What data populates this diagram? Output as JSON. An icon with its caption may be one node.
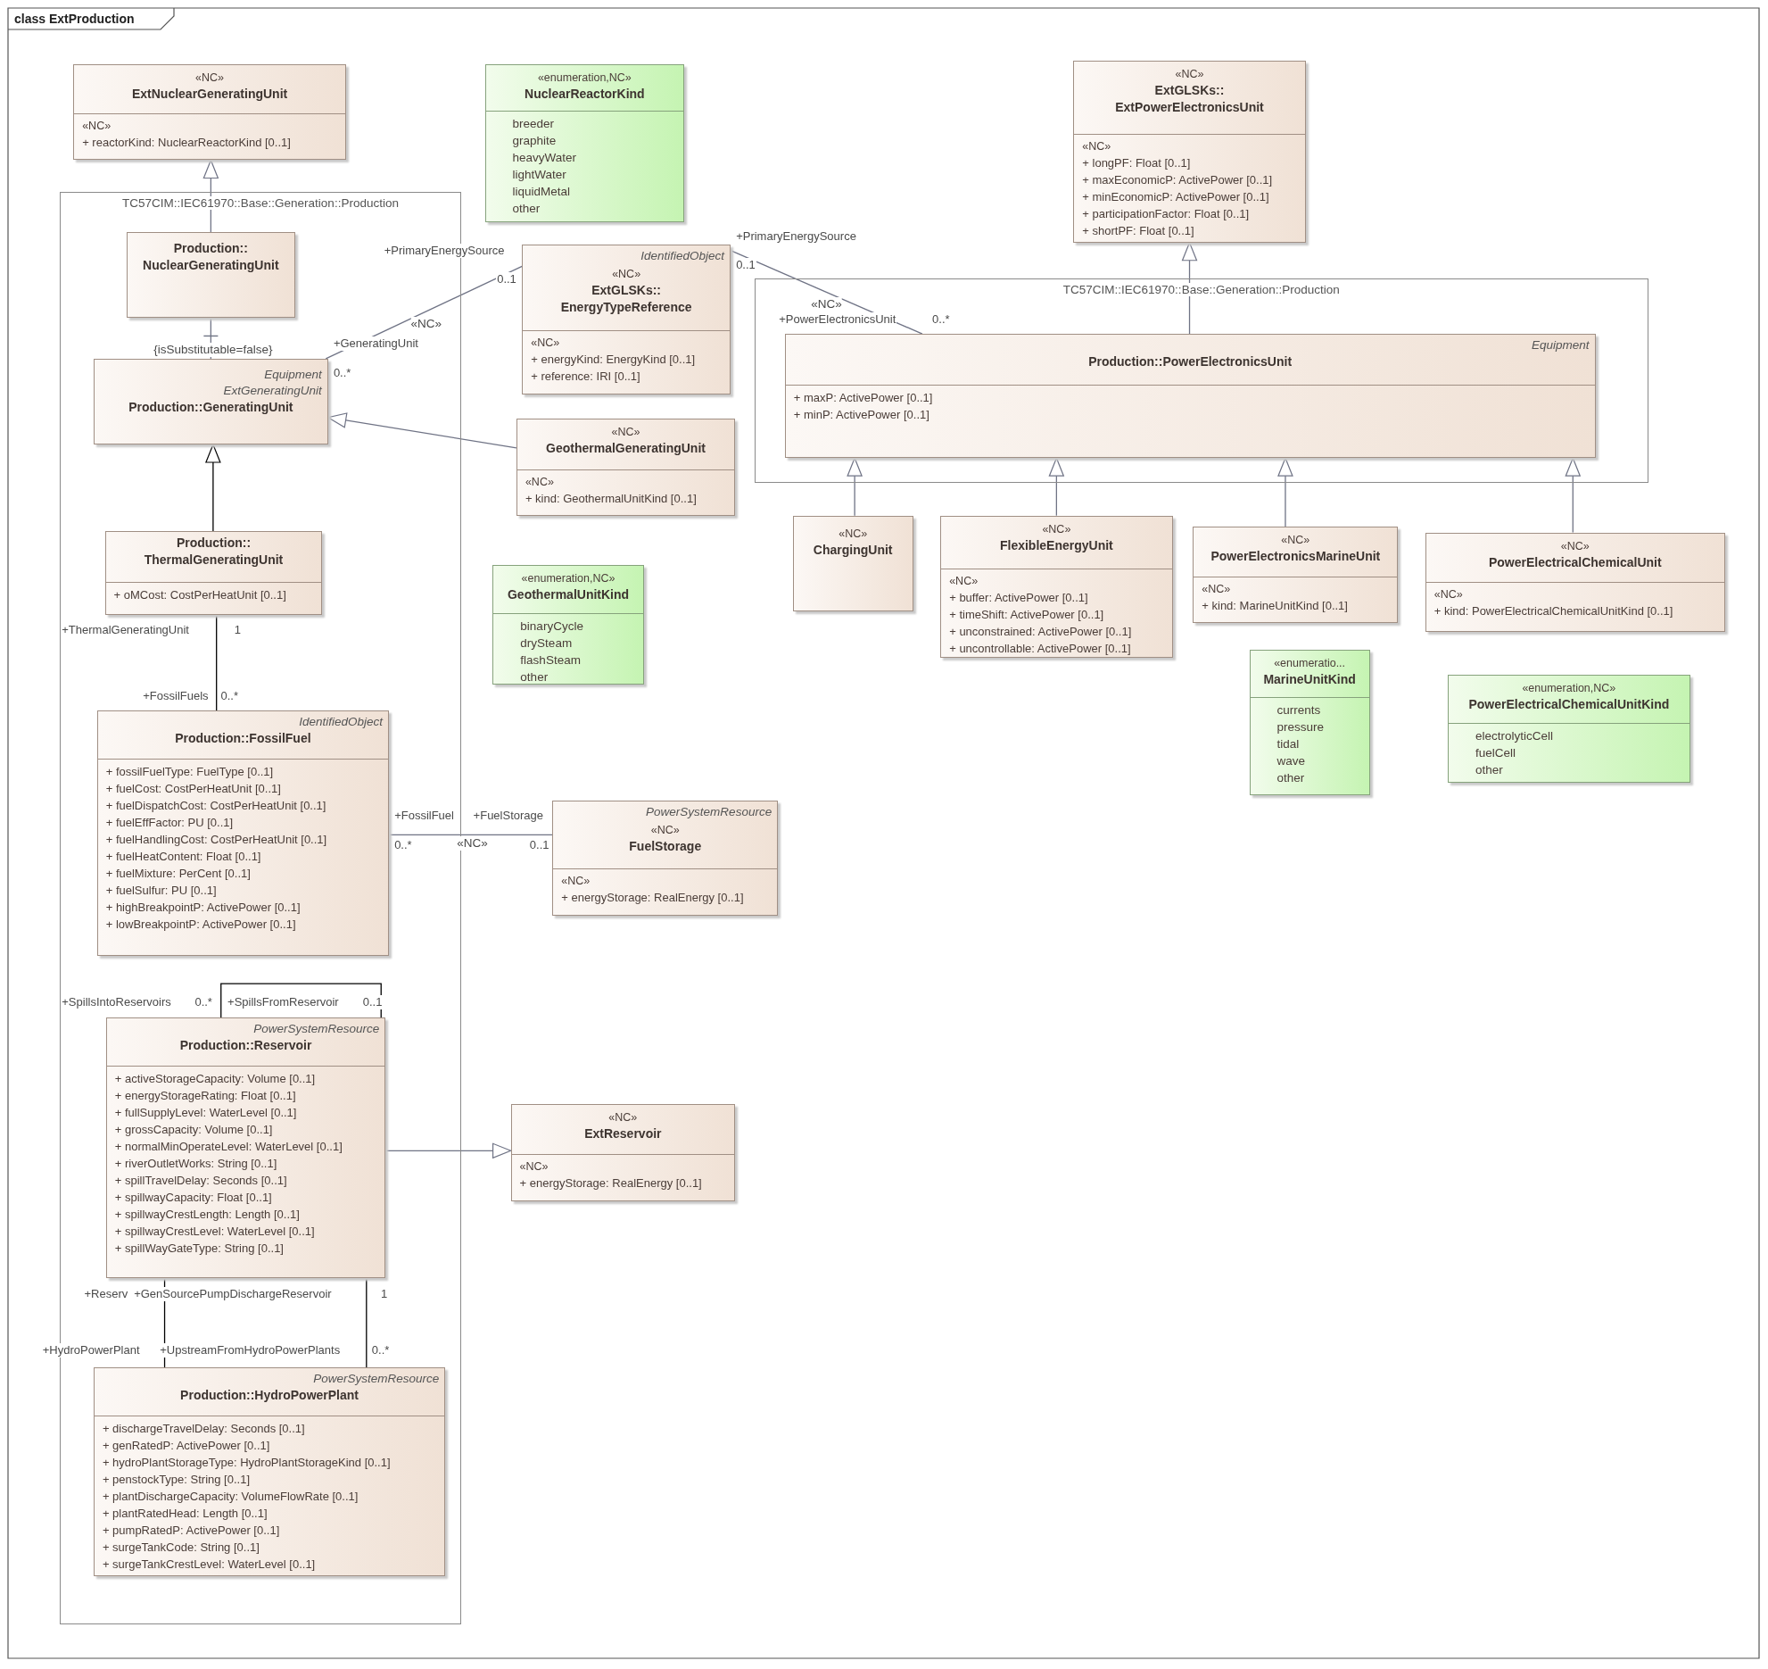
{
  "diagram": {
    "title": "class ExtProduction",
    "nodes": [
      {
        "text": [
          "TC57CIM::IEC61970::Base::Generation::Production"
        ]
      },
      {
        "text": [
          "«NC»",
          "ExtNuclearGeneratingUnit",
          "«NC»",
          "+ reactorKind: NuclearReactorKind [0..1]"
        ]
      },
      {
        "text": [
          "«enumeration,NC»",
          "NuclearReactorKind",
          "breeder",
          "graphite",
          "heavyWater",
          "lightWater",
          "liquidMetal",
          "other"
        ]
      },
      {
        "text": [
          "«NC»",
          "ExtGLSKs:: ExtPowerElectronicsUnit",
          "«NC»",
          "+ longPF: Float [0..1]",
          "+ maxEconomicP: ActivePower [0..1]",
          "+ minEconomicP: ActivePower [0..1]",
          "+ participationFactor: Float [0..1]",
          "+ shortPF: Float [0..1]"
        ]
      },
      {
        "text": [
          "Production:: NuclearGeneratingUnit"
        ],
        "in": 0
      },
      {
        "text": [
          "IdentifiedObject",
          "«NC»",
          "ExtGLSKs:: EnergyTypeReference",
          "«NC»",
          "+ energyKind: EnergyKind [0..1]",
          "+ reference: IRI [0..1]"
        ]
      },
      {
        "text": [
          "TC57CIM::IEC61970::Base::Generation::Production"
        ]
      },
      {
        "text": [
          "Equipment",
          "ExtGeneratingUnit",
          "Production::GeneratingUnit"
        ],
        "in": 0
      },
      {
        "text": [
          "Equipment",
          "Production::PowerElectronicsUnit",
          "+ maxP: ActivePower [0..1]",
          "+ minP: ActivePower [0..1]"
        ],
        "in": 6
      },
      {
        "text": [
          "«NC»",
          "GeothermalGeneratingUnit",
          "«NC»",
          "+ kind: GeothermalUnitKind [0..1]"
        ]
      },
      {
        "text": [
          "«NC»",
          "ChargingUnit"
        ]
      },
      {
        "text": [
          "«NC»",
          "FlexibleEnergyUnit",
          "«NC»",
          "+ buffer: ActivePower [0..1]",
          "+ timeShift: ActivePower [0..1]",
          "+ unconstrained: ActivePower [0..1]",
          "+ uncontrollable: ActivePower [0..1]"
        ]
      },
      {
        "text": [
          "«NC»",
          "PowerElectronicsMarineUnit",
          "«NC»",
          "+ kind: MarineUnitKind [0..1]"
        ]
      },
      {
        "text": [
          "«NC»",
          "PowerElectricalChemicalUnit",
          "«NC»",
          "+ kind: PowerElectricalChemicalUnitKind [0..1]"
        ]
      },
      {
        "text": [
          "Production:: ThermalGeneratingUnit",
          "+ oMCost: CostPerHeatUnit [0..1]"
        ],
        "in": 0
      },
      {
        "text": [
          "«enumeration,NC»",
          "GeothermalUnitKind",
          "binaryCycle",
          "drySteam",
          "flashSteam",
          "other"
        ]
      },
      {
        "text": [
          "«enumeratio...",
          "MarineUnitKind",
          "currents",
          "pressure",
          "tidal",
          "wave",
          "other"
        ]
      },
      {
        "text": [
          "«enumeration,NC»",
          "PowerElectricalChemicalUnitKind",
          "electrolyticCell",
          "fuelCell",
          "other"
        ]
      },
      {
        "text": [
          "IdentifiedObject",
          "Production::FossilFuel",
          "+ fossilFuelType: FuelType [0..1]",
          "+ fuelCost: CostPerHeatUnit [0..1]",
          "+ fuelDispatchCost: CostPerHeatUnit [0..1]",
          "+ fuelEffFactor: PU [0..1]",
          "+ fuelHandlingCost: CostPerHeatUnit [0..1]",
          "+ fuelHeatContent: Float [0..1]",
          "+ fuelMixture: PerCent [0..1]",
          "+ fuelSulfur: PU [0..1]",
          "+ highBreakpointP: ActivePower [0..1]",
          "+ lowBreakpointP: ActivePower [0..1]"
        ],
        "in": 0
      },
      {
        "text": [
          "PowerSystemResource",
          "«NC»",
          "FuelStorage",
          "«NC»",
          "+ energyStorage: RealEnergy [0..1]"
        ]
      },
      {
        "text": [
          "PowerSystemResource",
          "Production::Reservoir",
          "+ activeStorageCapacity: Volume [0..1]",
          "+ energyStorageRating: Float [0..1]",
          "+ fullSupplyLevel: WaterLevel [0..1]",
          "+ grossCapacity: Volume [0..1]",
          "+ normalMinOperateLevel: WaterLevel [0..1]",
          "+ riverOutletWorks: String [0..1]",
          "+ spillTravelDelay: Seconds [0..1]",
          "+ spillwayCapacity: Float [0..1]",
          "+ spillwayCrestLength: Length [0..1]",
          "+ spillwayCrestLevel: WaterLevel [0..1]",
          "+ spillWayGateType: String [0..1]"
        ],
        "in": 0
      },
      {
        "text": [
          "«NC»",
          "ExtReservoir",
          "«NC»",
          "+ energyStorage: RealEnergy [0..1]"
        ]
      },
      {
        "text": [
          "PowerSystemResource",
          "Production::HydroPowerPlant",
          "+ dischargeTravelDelay: Seconds [0..1]",
          "+ genRatedP: ActivePower [0..1]",
          "+ hydroPlantStorageType: HydroPlantStorageKind [0..1]",
          "+ penstockType: String [0..1]",
          "+ plantDischargeCapacity: VolumeFlowRate [0..1]",
          "+ plantRatedHead: Length [0..1]",
          "+ pumpRatedP: ActivePower [0..1]",
          "+ surgeTankCode: String [0..1]",
          "+ surgeTankCrestLevel: WaterLevel [0..1]"
        ],
        "in": 0
      }
    ],
    "edges": [
      {
        "from": 4,
        "to": 1,
        "arrow": "to"
      },
      {
        "from": 4,
        "to": 7,
        "arrow": "other",
        "label": "{isSubstitutable=false}"
      },
      {
        "from": 7,
        "to": 5,
        "arrow": "none",
        "label": "«NC»"
      },
      {
        "from": 8,
        "to": 5,
        "arrow": "none",
        "label": "«NC»"
      },
      {
        "from": 8,
        "to": 3,
        "arrow": "to"
      },
      {
        "from": 9,
        "to": 7,
        "arrow": "to"
      },
      {
        "from": 14,
        "to": 7,
        "arrow": "to",
        "color": "#000000"
      },
      {
        "from": 14,
        "to": 18,
        "arrow": "none",
        "color": "#000000"
      },
      {
        "from": 10,
        "to": 8,
        "arrow": "to"
      },
      {
        "from": 11,
        "to": 8,
        "arrow": "to"
      },
      {
        "from": 12,
        "to": 8,
        "arrow": "to"
      },
      {
        "from": 13,
        "to": 8,
        "arrow": "to"
      },
      {
        "from": 18,
        "to": 19,
        "arrow": "none",
        "label": "«NC»"
      },
      {
        "from": 20,
        "to": 20,
        "arrow": "none",
        "color": "#000000"
      },
      {
        "from": 20,
        "to": 21,
        "arrow": "to"
      },
      {
        "from": 20,
        "to": 22,
        "arrow": "none",
        "color": "#000000"
      },
      {
        "from": 20,
        "to": 22,
        "arrow": "none",
        "color": "#000000"
      }
    ],
    "labels": [
      "+PrimaryEnergySource",
      "+PrimaryEnergySource",
      "0..1",
      "0..1",
      "+PowerElectronicsUnit",
      "0..*",
      "+GeneratingUnit",
      "0..*",
      "+ThermalGeneratingUnit",
      "1",
      "+FossilFuels",
      "0..*",
      "+FossilFuel",
      "+FuelStorage",
      "0..*",
      "0..1",
      "+SpillsIntoReservoirs",
      "0..*",
      "+SpillsFromReservoir",
      "0..1",
      "+Reserv",
      "+GenSourcePumpDischargeReservoir",
      "1",
      "+HydroPowerPlant",
      "+UpstreamFromHydroPowerPlants",
      "0..*"
    ]
  }
}
